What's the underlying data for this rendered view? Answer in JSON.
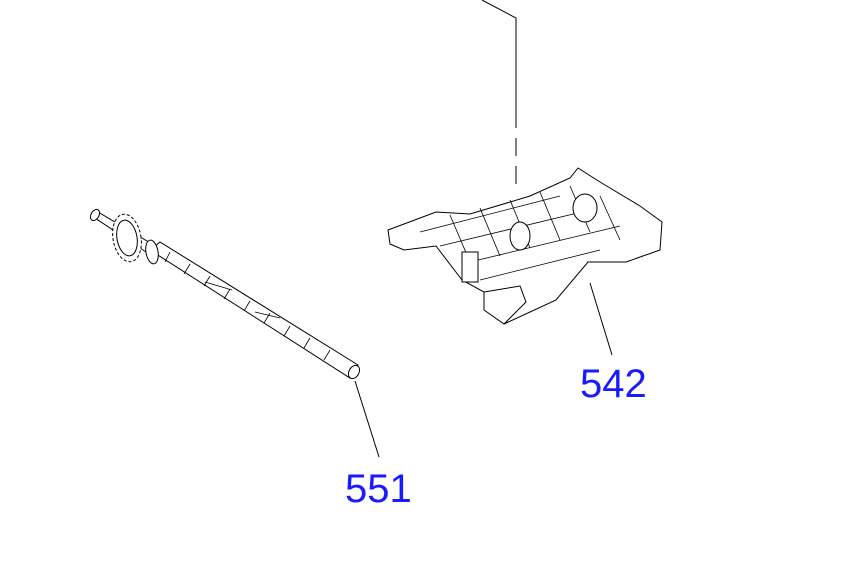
{
  "diagram": {
    "callouts": [
      {
        "id": "542",
        "label": "542"
      },
      {
        "id": "551",
        "label": "551"
      }
    ],
    "colors": {
      "callout": "#1a1aff",
      "line": "#000000"
    }
  }
}
